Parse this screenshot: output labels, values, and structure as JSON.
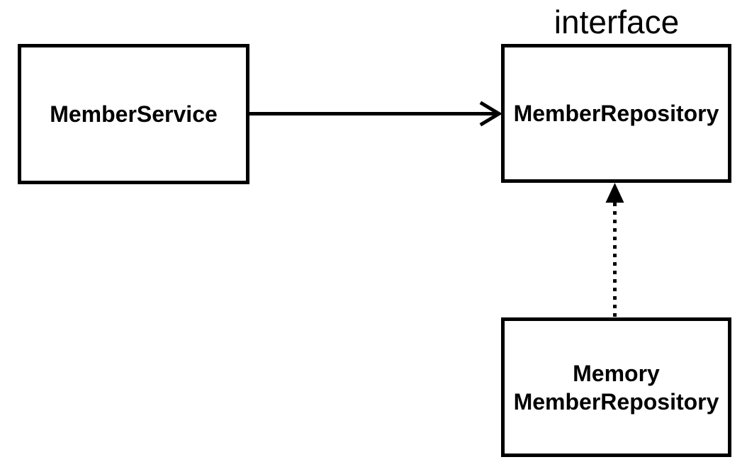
{
  "diagram": {
    "background_color": "#ffffff",
    "line_color": "#000000",
    "nodes": {
      "member_service": {
        "label": "MemberService"
      },
      "member_repository": {
        "label": "MemberRepository",
        "stereotype": "interface"
      },
      "memory_member_repository": {
        "label_line1": "Memory",
        "label_line2": "MemberRepository"
      }
    },
    "edges": [
      {
        "from": "MemberService",
        "to": "MemberRepository",
        "style": "solid",
        "arrowhead": "open",
        "direction": "right"
      },
      {
        "from": "MemoryMemberRepository",
        "to": "MemberRepository",
        "style": "dashed",
        "arrowhead": "filled-triangle",
        "direction": "up"
      }
    ]
  }
}
